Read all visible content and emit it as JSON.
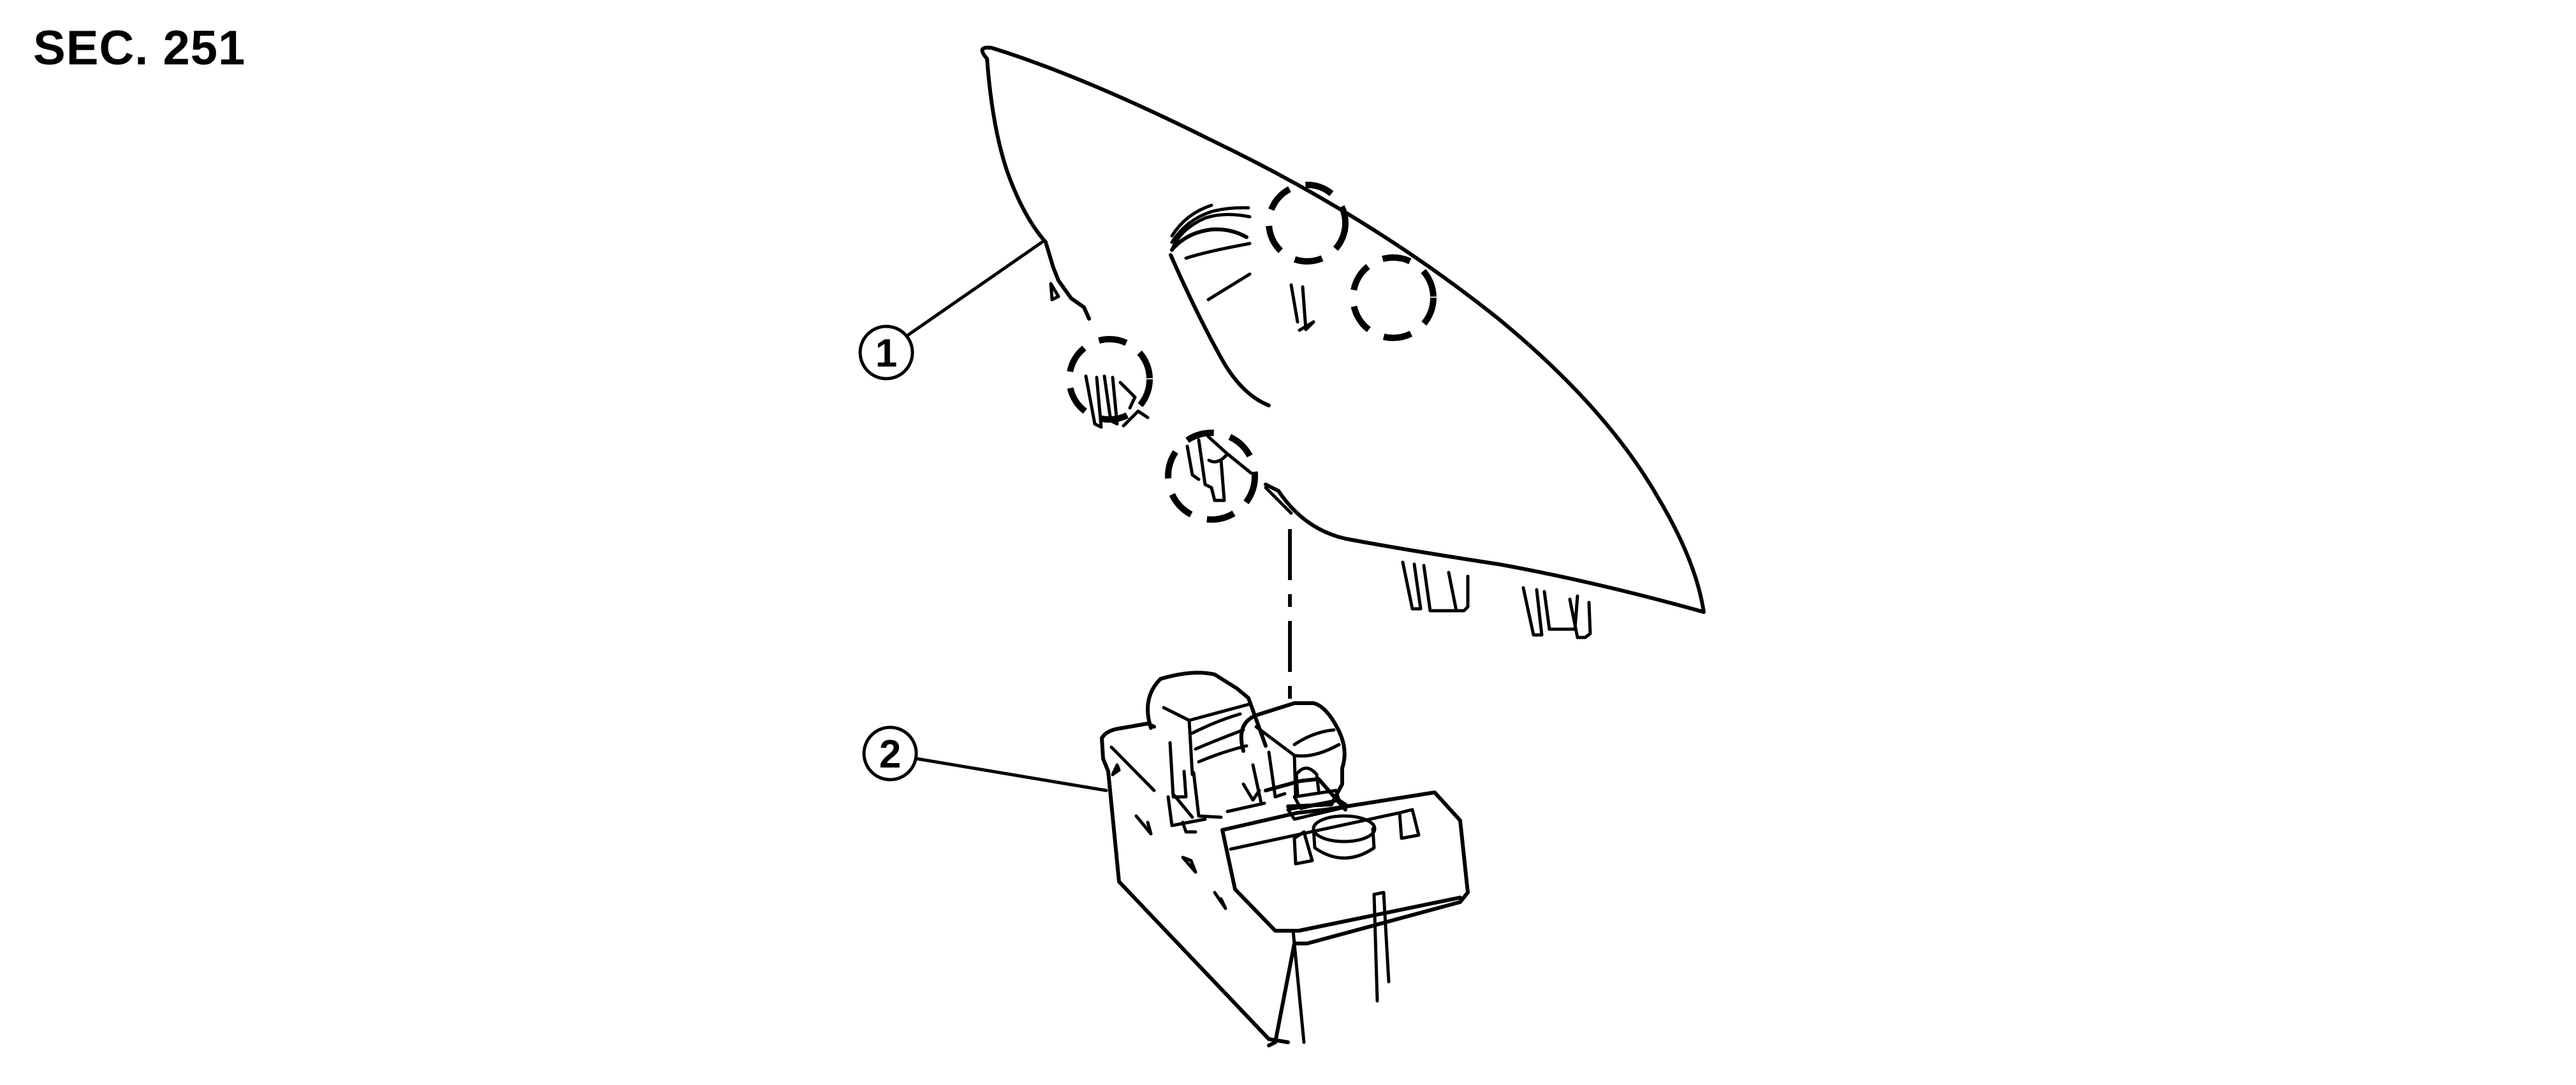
{
  "header": {
    "section": "SEC. 251"
  },
  "callouts": [
    {
      "number": "1",
      "part": "finisher-panel"
    },
    {
      "number": "2",
      "part": "power-window-switch"
    }
  ],
  "colors": {
    "line": "#000000",
    "background": "#ffffff"
  }
}
